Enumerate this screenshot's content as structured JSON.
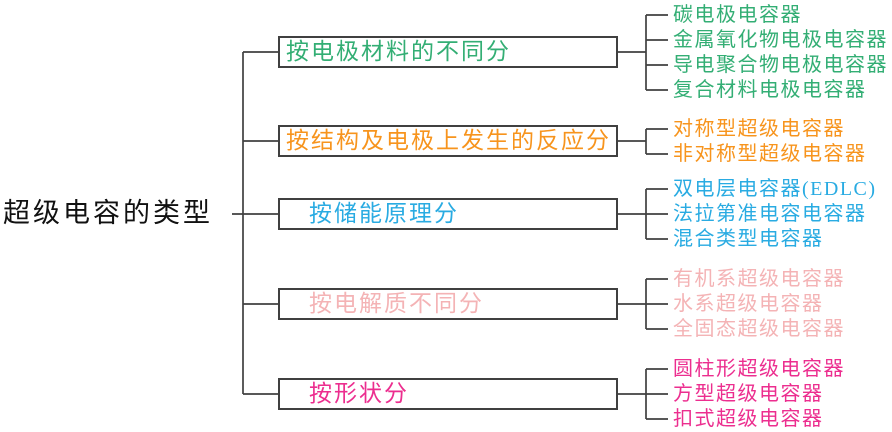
{
  "root": {
    "label": "超级电容的类型"
  },
  "colors": {
    "line": "#404040",
    "green": "#33AE74",
    "orange": "#F7941D",
    "blue": "#29ABE2",
    "pale_pink": "#F4B3B5",
    "magenta": "#EC2E8F"
  },
  "branches": [
    {
      "label": "按电极材料的不同分",
      "color": "#33AE74",
      "leaves": [
        "碳电极电容器",
        "金属氧化物电极电容器",
        "导电聚合物电极电容器",
        "复合材料电极电容器"
      ]
    },
    {
      "label": "按结构及电极上发生的反应分",
      "color": "#F7941D",
      "leaves": [
        "对称型超级电容器",
        "非对称型超级电容器"
      ]
    },
    {
      "label": "按储能原理分",
      "color": "#29ABE2",
      "leaves": [
        "双电层电容器(EDLC)",
        "法拉第准电容电容器",
        "混合类型电容器"
      ]
    },
    {
      "label": "按电解质不同分",
      "color": "#F4B3B5",
      "leaves": [
        "有机系超级电容器",
        "水系超级电容器",
        "全固态超级电容器"
      ]
    },
    {
      "label": "按形状分",
      "color": "#EC2E8F",
      "leaves": [
        "圆柱形超级电容器",
        "方型超级电容器",
        "扣式超级电容器"
      ]
    }
  ]
}
